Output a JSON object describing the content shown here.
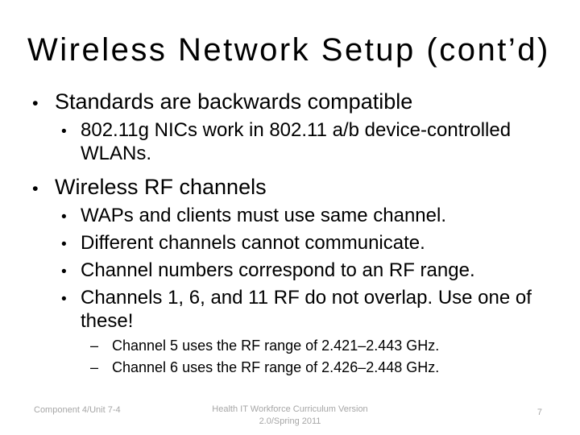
{
  "slide": {
    "title": "Wireless Network Setup (cont’d)",
    "colors": {
      "background": "#ffffff",
      "text": "#000000",
      "footer_text": "#a6a6a6"
    },
    "bullets": [
      {
        "level": 1,
        "marker": "•",
        "text": "Standards are backwards compatible"
      },
      {
        "level": 2,
        "marker": "•",
        "text": "802.11g NICs work in 802.11 a/b device-controlled WLANs."
      },
      {
        "level": 1,
        "marker": "•",
        "text": "Wireless RF channels"
      },
      {
        "level": 2,
        "marker": "•",
        "text": "WAPs and clients must use same channel."
      },
      {
        "level": 2,
        "marker": "•",
        "text": "Different channels cannot communicate."
      },
      {
        "level": 2,
        "marker": "•",
        "text": "Channel numbers correspond to an RF range."
      },
      {
        "level": 2,
        "marker": "•",
        "text": "Channels 1, 6, and 11 RF do not overlap. Use one of these!"
      },
      {
        "level": 3,
        "marker": "–",
        "text": "Channel 5 uses the RF range of 2.421–2.443 GHz."
      },
      {
        "level": 3,
        "marker": "–",
        "text": "Channel 6 uses the RF range of 2.426–2.448 GHz."
      }
    ],
    "footer": {
      "left": "Component 4/Unit 7-4",
      "center_line1": "Health IT Workforce Curriculum Version",
      "center_line2": "2.0/Spring 2011",
      "page": "7"
    }
  }
}
